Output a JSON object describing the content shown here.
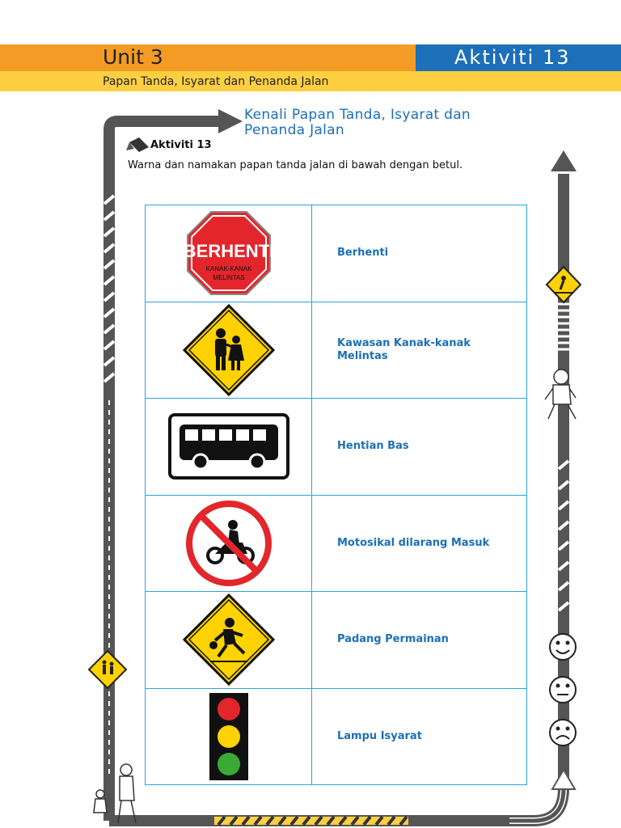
{
  "header": {
    "unit": "Unit 3",
    "activity": "Aktiviti 13",
    "subtitle": "Papan Tanda, Isyarat dan Penanda Jalan"
  },
  "section": {
    "heading_line1": "Kenali Papan Tanda, Isyarat dan",
    "heading_line2": "Penanda Jalan",
    "activity_label": "Aktiviti 13",
    "instruction": "Warna dan namakan papan tanda jalan di bawah dengan betul."
  },
  "signs": [
    {
      "icon": "stop-sign-icon",
      "name": "Berhenti",
      "sign_text": "BERHENTI",
      "sign_subtext_1": "KANAK-KANAK",
      "sign_subtext_2": "MELINTAS"
    },
    {
      "icon": "children-crossing-icon",
      "name": "Kawasan Kanak-kanak Melintas"
    },
    {
      "icon": "bus-stop-icon",
      "name": "Hentian Bas"
    },
    {
      "icon": "no-motorcycle-icon",
      "name": "Motosikal dilarang Masuk"
    },
    {
      "icon": "playground-icon",
      "name": "Padang Permainan"
    },
    {
      "icon": "traffic-light-icon",
      "name": "Lampu Isyarat"
    }
  ],
  "colors": {
    "orange": "#f39b24",
    "blue": "#1c6fb8",
    "yellow": "#ffcf42",
    "road": "#555555",
    "sign_yellow": "#ffd200",
    "sign_red": "#e3262b"
  },
  "decorations": [
    "pencil-icon",
    "road-arrow-icon",
    "pedestrian-crossing-icon",
    "boy-walking-icon",
    "smiley-happy-icon",
    "smiley-neutral-icon",
    "smiley-sad-icon",
    "family-walking-icon"
  ]
}
